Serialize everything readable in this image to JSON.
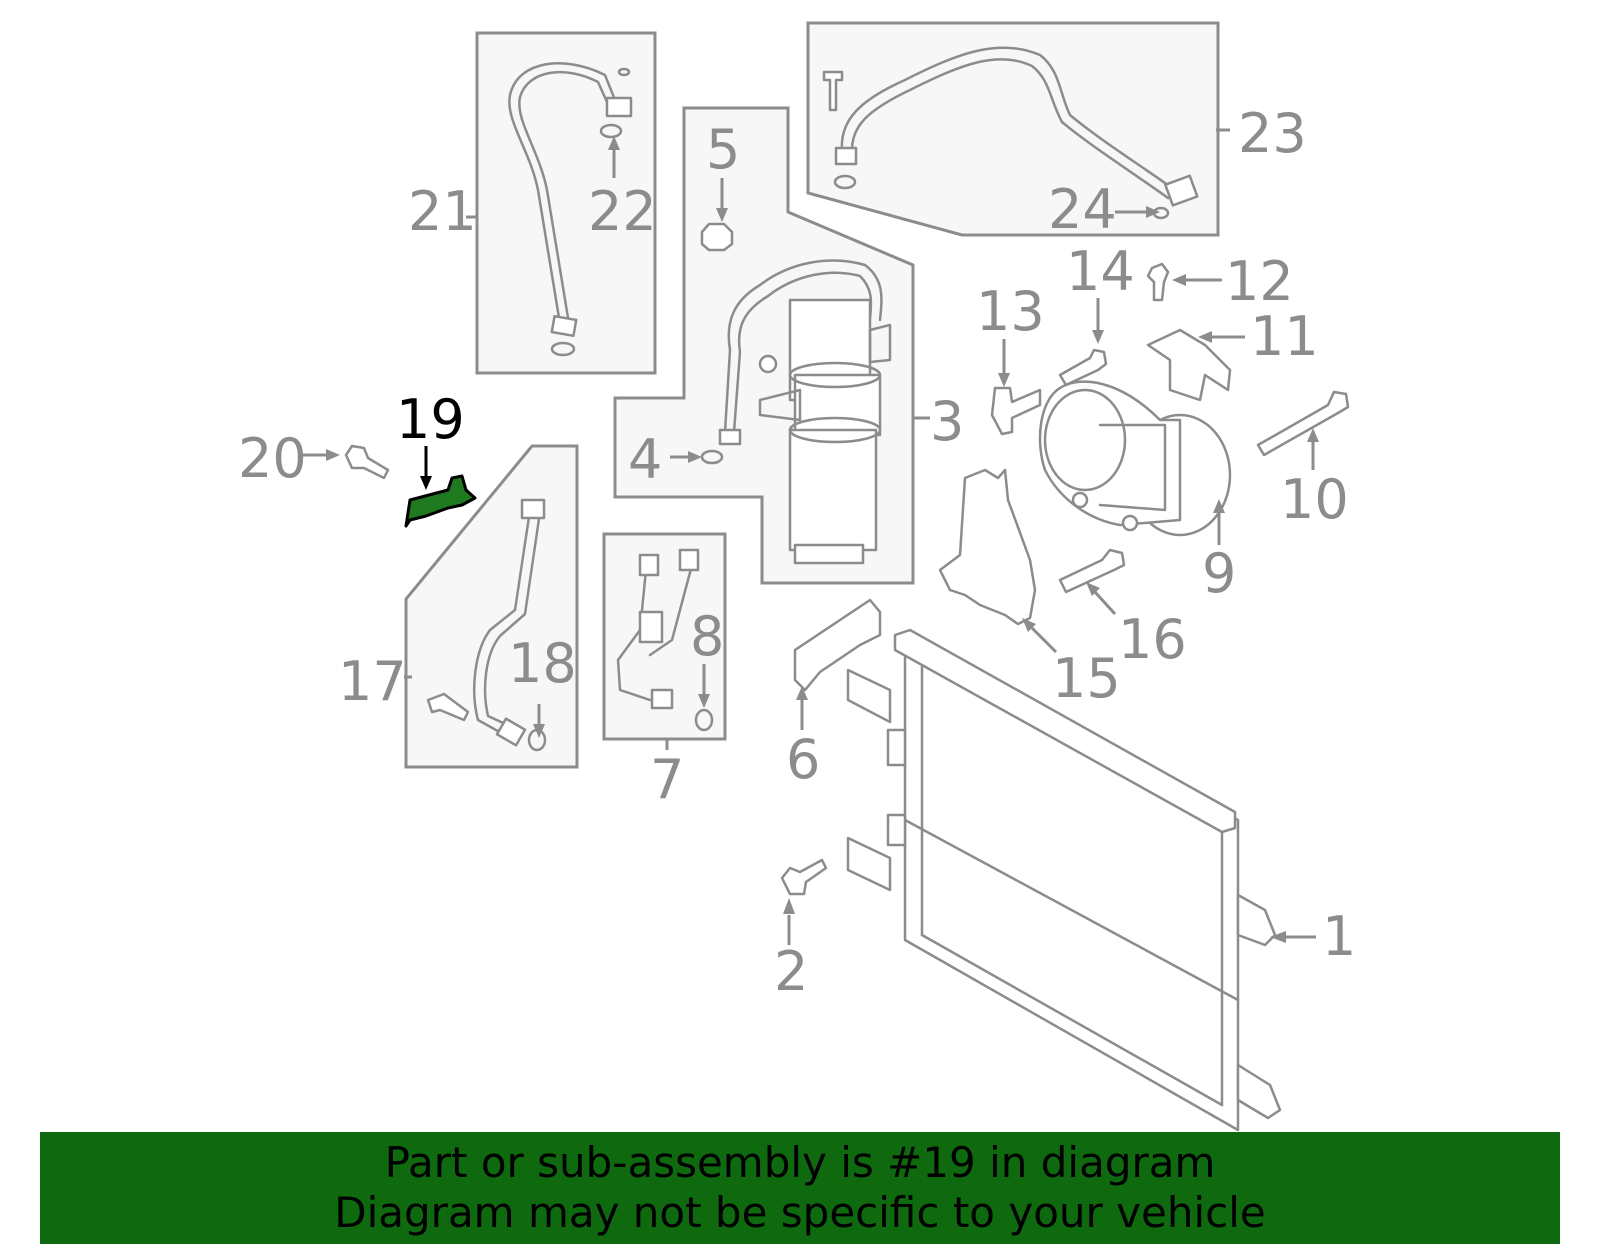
{
  "callouts": {
    "n1": "1",
    "n2": "2",
    "n3": "3",
    "n4": "4",
    "n5": "5",
    "n6": "6",
    "n7": "7",
    "n8": "8",
    "n9": "9",
    "n10": "10",
    "n11": "11",
    "n12": "12",
    "n13": "13",
    "n14": "14",
    "n15": "15",
    "n16": "16",
    "n17": "17",
    "n18": "18",
    "n19": "19",
    "n20": "20",
    "n21": "21",
    "n22": "22",
    "n23": "23",
    "n24": "24"
  },
  "highlighted_callout": "19",
  "colors": {
    "line_gray": "#8c8c8c",
    "highlight_part": "#1f7a1f",
    "banner_bg": "#0f6a0f",
    "banner_text": "#000000"
  },
  "banner": {
    "line1": "Part or sub-assembly is #19 in diagram",
    "line2": "Diagram may not be specific to your vehicle"
  }
}
